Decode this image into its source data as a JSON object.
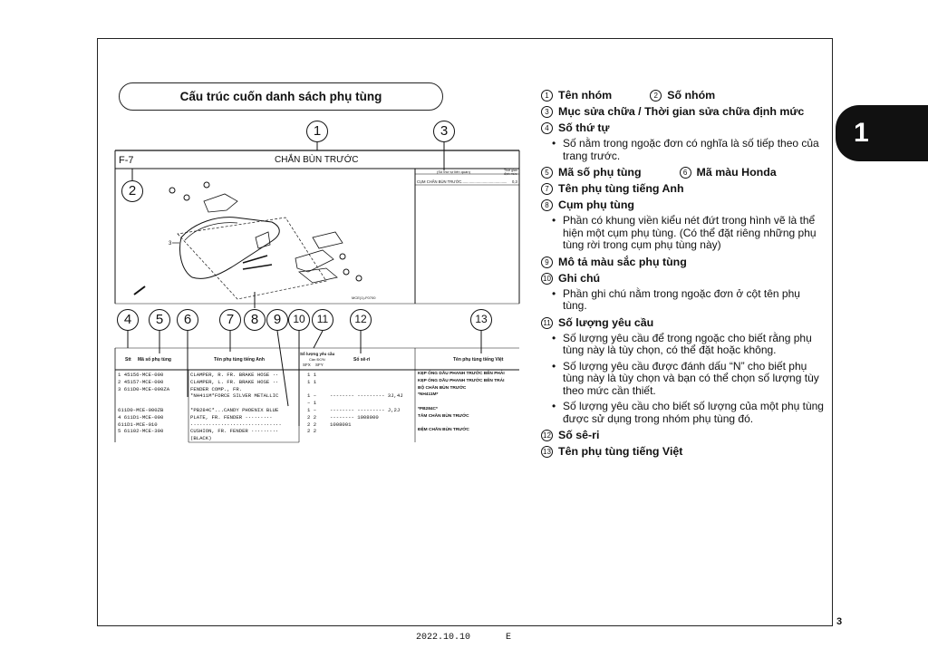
{
  "chapter_tab": "1",
  "page_number": "3",
  "footer": {
    "date": "2022.10.10",
    "code": "E"
  },
  "section_title": "Cấu trúc cuốn danh sách phụ tùng",
  "legend": [
    {
      "type": "pair",
      "n1": "1",
      "t1": "Tên nhóm",
      "n2": "2",
      "t2": "Số nhóm"
    },
    {
      "type": "h",
      "n": "3",
      "t": "Mục sửa chữa / Thời gian sửa chữa định mức"
    },
    {
      "type": "h",
      "n": "4",
      "t": "Số thứ tự"
    },
    {
      "type": "b",
      "t": "Số nằm trong ngoặc đơn có nghĩa là số tiếp theo của trang trước."
    },
    {
      "type": "pair",
      "n1": "5",
      "t1": "Mã số phụ tùng",
      "n2": "6",
      "t2": "Mã màu Honda"
    },
    {
      "type": "h",
      "n": "7",
      "t": "Tên phụ tùng tiếng Anh"
    },
    {
      "type": "h",
      "n": "8",
      "t": "Cụm phụ tùng"
    },
    {
      "type": "b",
      "t": "Phần có khung viền kiểu nét đứt trong hình vẽ là thể hiện một cụm phụ tùng. (Có thể đặt riêng những phụ tùng rời trong cụm phụ tùng này)"
    },
    {
      "type": "h",
      "n": "9",
      "t": "Mô tả màu sắc phụ tùng"
    },
    {
      "type": "h",
      "n": "10",
      "t": "Ghi chú"
    },
    {
      "type": "b",
      "t": "Phần ghi chú nằm trong ngoặc đơn ở cột tên phụ tùng."
    },
    {
      "type": "h",
      "n": "11",
      "t": "Số lượng yêu cầu"
    },
    {
      "type": "b",
      "t": "Số lượng yêu cầu để trong ngoặc cho biết rằng phụ tùng này là tùy chọn, có thể đặt hoặc không."
    },
    {
      "type": "b",
      "t": "Số lượng yêu cầu được đánh dấu “N” cho biết phụ tùng này là tùy chọn và bạn có thể chọn số lượng tùy theo mức cần thiết."
    },
    {
      "type": "b",
      "t": "Số lượng yêu cầu cho biết số lượng của một phụ tùng được sử dụng trong nhóm phụ tùng đó."
    },
    {
      "type": "h",
      "n": "12",
      "t": "Số sê-ri"
    },
    {
      "type": "h",
      "n": "13",
      "t": "Tên phụ tùng tiếng Việt"
    }
  ],
  "diagram": {
    "group_no": "F-7",
    "group_name": "CHẮN BÙN TRƯỚC",
    "ref_header": "(Số thứ tự liên quan)",
    "ref_time": "Thời gian định mức",
    "ref_row": "CỤM CHẮN BÙN TRƯỚC...........................................",
    "ref_value": "0,3",
    "fig_code": "MCE(1)-F0700",
    "callouts_top": [
      "1",
      "3",
      "2"
    ],
    "callouts_cols": [
      "4",
      "5",
      "6",
      "7",
      "8",
      "9",
      "10",
      "11",
      "12",
      "13"
    ]
  },
  "table": {
    "headers": {
      "stt": "Stt",
      "code": "Mã số phụ tùng",
      "en": "Tên phụ tùng tiếng Anh",
      "qty": "Số lượng yêu cầu",
      "qty_sub": "Cần ĐƠN",
      "sfx": "SFX",
      "sfy": "SFY",
      "serial": "Số sê-ri",
      "vn": "Tên phụ tùng tiếng Việt"
    },
    "rows": [
      {
        "left": "1 45156-MCE-000",
        "en": "CLAMPER, R. FR. BRAKE HOSE ··",
        "qty": "1   1",
        "mid": "",
        "vn": "KẸP ỐNG DẦU PHANH TRƯỚC BÊN PHẢI"
      },
      {
        "left": "2 45157-MCE-000",
        "en": "CLAMPER, L. FR. BRAKE HOSE ··",
        "qty": "1   1",
        "mid": "",
        "vn": "KẸP ỐNG DẦU PHANH TRƯỚC BÊN TRÁI"
      },
      {
        "left": "3 611D0-MCE-000ZA",
        "en": "FENDER COMP., FR.",
        "qty": "",
        "mid": "",
        "vn": "BỘ CHẮN BÙN TRƯỚC"
      },
      {
        "left": "",
        "en": " *NH411M*FORCE SILVER METALLIC",
        "qty": "1   –",
        "mid": "--------  --------- 3J,4J",
        "vn": "*NH411M*"
      },
      {
        "left": "",
        "en": "",
        "qty": "–   1",
        "mid": "",
        "vn": ""
      },
      {
        "left": "  611D0-MCE-000ZB",
        "en": " *PB284C*...CANDY PHOENIX BLUE",
        "qty": "1   –",
        "mid": "--------  --------- J,2J",
        "vn": "*PB284C*"
      },
      {
        "left": "4 611D1-MCE-000",
        "en": "PLATE, FR. FENDER ·········",
        "qty": "2   2",
        "mid": "--------  1008000",
        "vn": "TẤM CHẮN BÙN TRƯỚC"
      },
      {
        "left": "  611D1-MCE-010",
        "en": "  ······························",
        "qty": "2   2",
        "mid": "  1008001",
        "vn": ""
      },
      {
        "left": "5 61102-MCE-300",
        "en": "CUSHION, FR. FENDER ·········",
        "qty": "2   2",
        "mid": "",
        "vn": "ĐỆM CHẮN BÙN TRƯỚC"
      },
      {
        "left": "",
        "en": " (BLACK)",
        "qty": "",
        "mid": "",
        "vn": ""
      }
    ]
  }
}
